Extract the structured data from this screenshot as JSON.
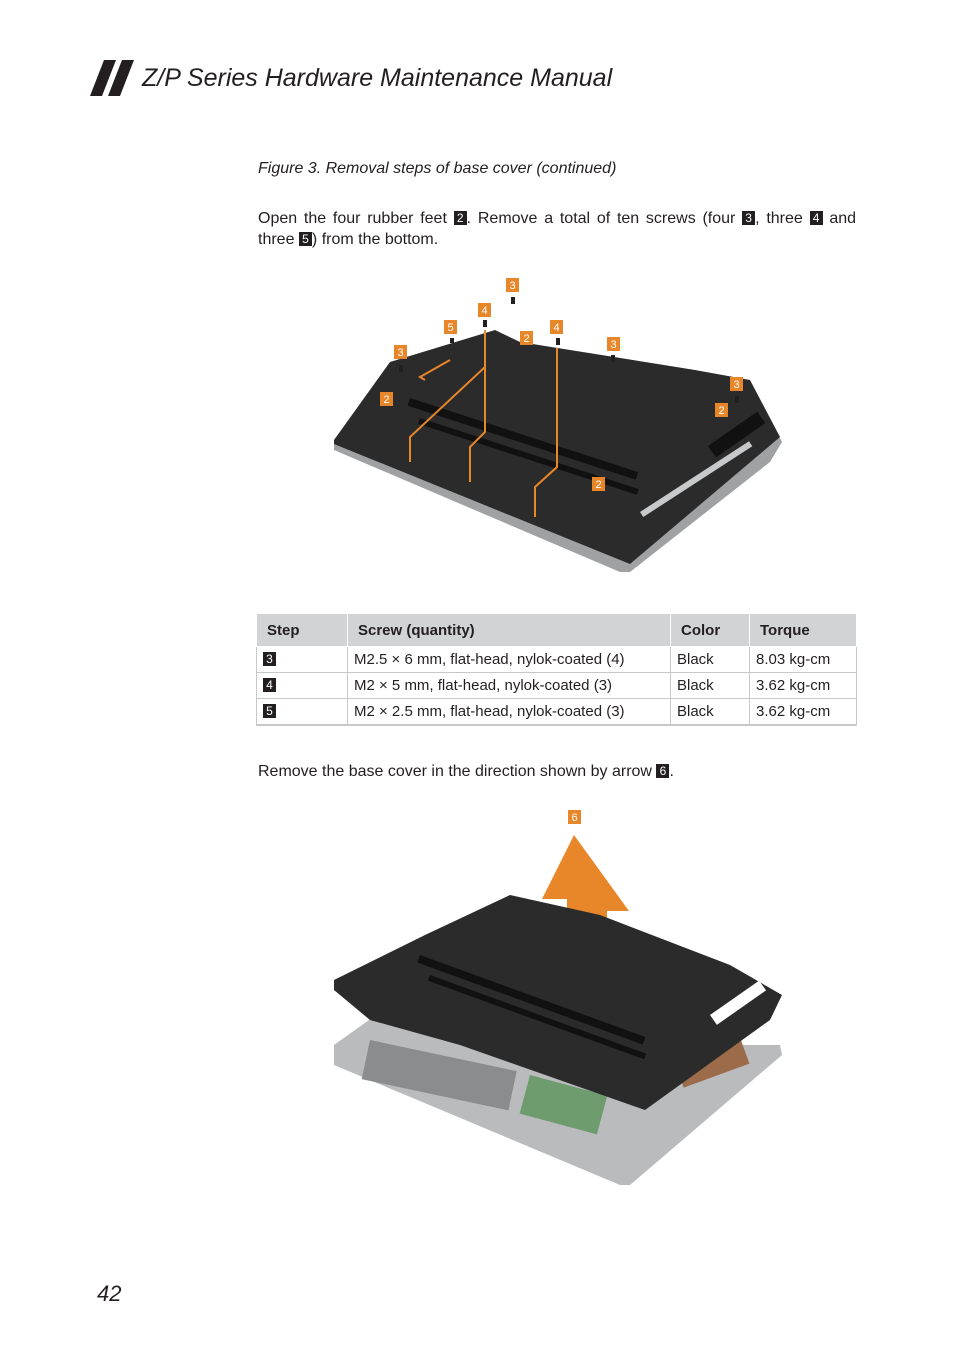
{
  "header": {
    "title": "Z/P Series Hardware Maintenance Manual"
  },
  "figure_caption": "Figure 3. Removal steps of base cover (continued)",
  "paragraph1": {
    "part1": "Open the four rubber feet",
    "badge_feet": "2",
    "part2": ". Remove a total of ten screws (four",
    "badge_a": "3",
    "part3": ", three",
    "badge_b": "4",
    "part4": "and three",
    "badge_c": "5",
    "part5": ") from the bottom."
  },
  "figure1_callouts": [
    "3",
    "4",
    "5",
    "2",
    "4",
    "3",
    "3",
    "2",
    "3",
    "2",
    "2"
  ],
  "table": {
    "headers": [
      "Step",
      "Screw (quantity)",
      "Color",
      "Torque"
    ],
    "rows": [
      {
        "step": "3",
        "screw": "M2.5 × 6 mm, flat-head, nylok-coated (4)",
        "color": "Black",
        "torque": "8.03 kg-cm"
      },
      {
        "step": "4",
        "screw": "M2 × 5 mm, flat-head, nylok-coated (3)",
        "color": "Black",
        "torque": "3.62 kg-cm"
      },
      {
        "step": "5",
        "screw": "M2 × 2.5 mm, flat-head, nylok-coated (3)",
        "color": "Black",
        "torque": "3.62 kg-cm"
      }
    ]
  },
  "paragraph2": {
    "text": "Remove the base cover in the direction shown by arrow",
    "badge": "6",
    "tail": "."
  },
  "figure2_callout": "6",
  "page_number": "42",
  "colors": {
    "callout_orange": "#e8862a",
    "badge_black": "#231f20",
    "table_header": "#d1d3d4"
  }
}
